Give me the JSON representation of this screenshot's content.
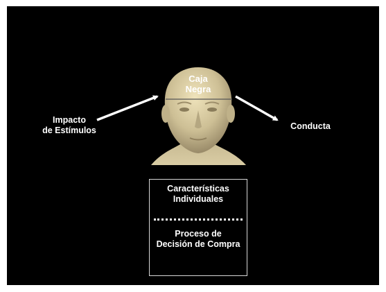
{
  "diagram": {
    "head_label": [
      "Caja",
      "Negra"
    ],
    "input_label": [
      "Impacto",
      "de Estímulos"
    ],
    "output_label": [
      "Conducta"
    ],
    "box": {
      "top_text": [
        "Características",
        "Individuales"
      ],
      "bottom_text": [
        "Proceso de",
        "Decisión de Compra"
      ]
    }
  },
  "colors": {
    "background": "#000000",
    "text": "#ffffff",
    "skin": "#cdbf95",
    "arrow": "#ffffff"
  }
}
